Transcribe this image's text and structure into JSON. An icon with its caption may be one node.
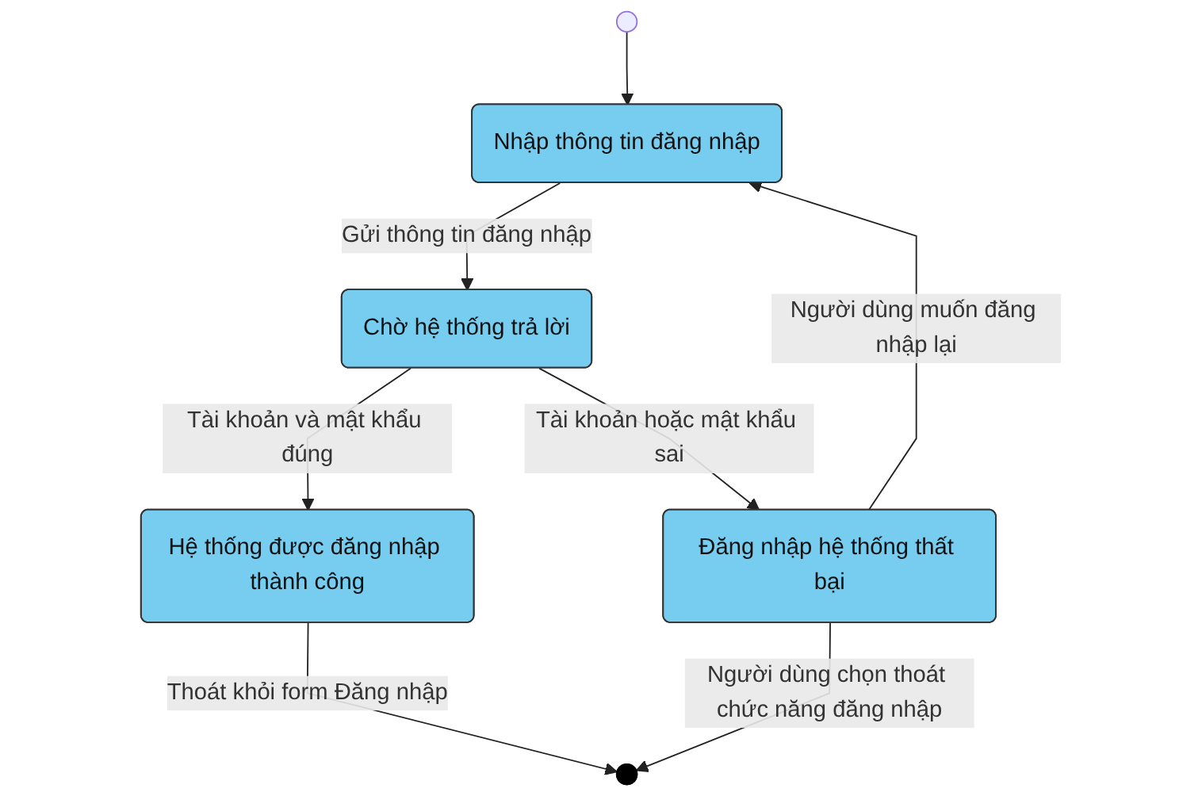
{
  "diagram": {
    "nodes": [
      {
        "text": [],
        "shape": "circle"
      },
      {
        "text": [
          "Nhập thông tin đăng nhập"
        ]
      },
      {
        "text": [
          "Chờ hệ thống trả lời"
        ]
      },
      {
        "text": [
          "Đăng nhập hệ thống thất bại"
        ]
      },
      {
        "text": [
          "Hệ thống được đăng nhập thành công"
        ]
      },
      {
        "text": [],
        "shape": "circle"
      }
    ],
    "edges": [
      {
        "from": 0,
        "to": 1,
        "arrow": "to"
      },
      {
        "from": 1,
        "to": 2,
        "label": "Gửi thông tin đăng nhập",
        "arrow": "to"
      },
      {
        "from": 2,
        "to": 3,
        "label": "Tài khoản hoặc mật khẩu sai",
        "arrow": "to"
      },
      {
        "from": 3,
        "to": 1,
        "label": "Người dùng muốn đăng nhập lại",
        "arrow": "to"
      },
      {
        "from": 2,
        "to": 4,
        "label": "Tài khoản và mật khẩu đúng",
        "arrow": "to"
      },
      {
        "from": 4,
        "to": 5,
        "label": "Thoát khỏi form Đăng nhập",
        "arrow": "to"
      },
      {
        "from": 3,
        "to": 5,
        "label": "Người dùng chọn thoát chức năng đăng nhập",
        "arrow": "to"
      }
    ]
  }
}
